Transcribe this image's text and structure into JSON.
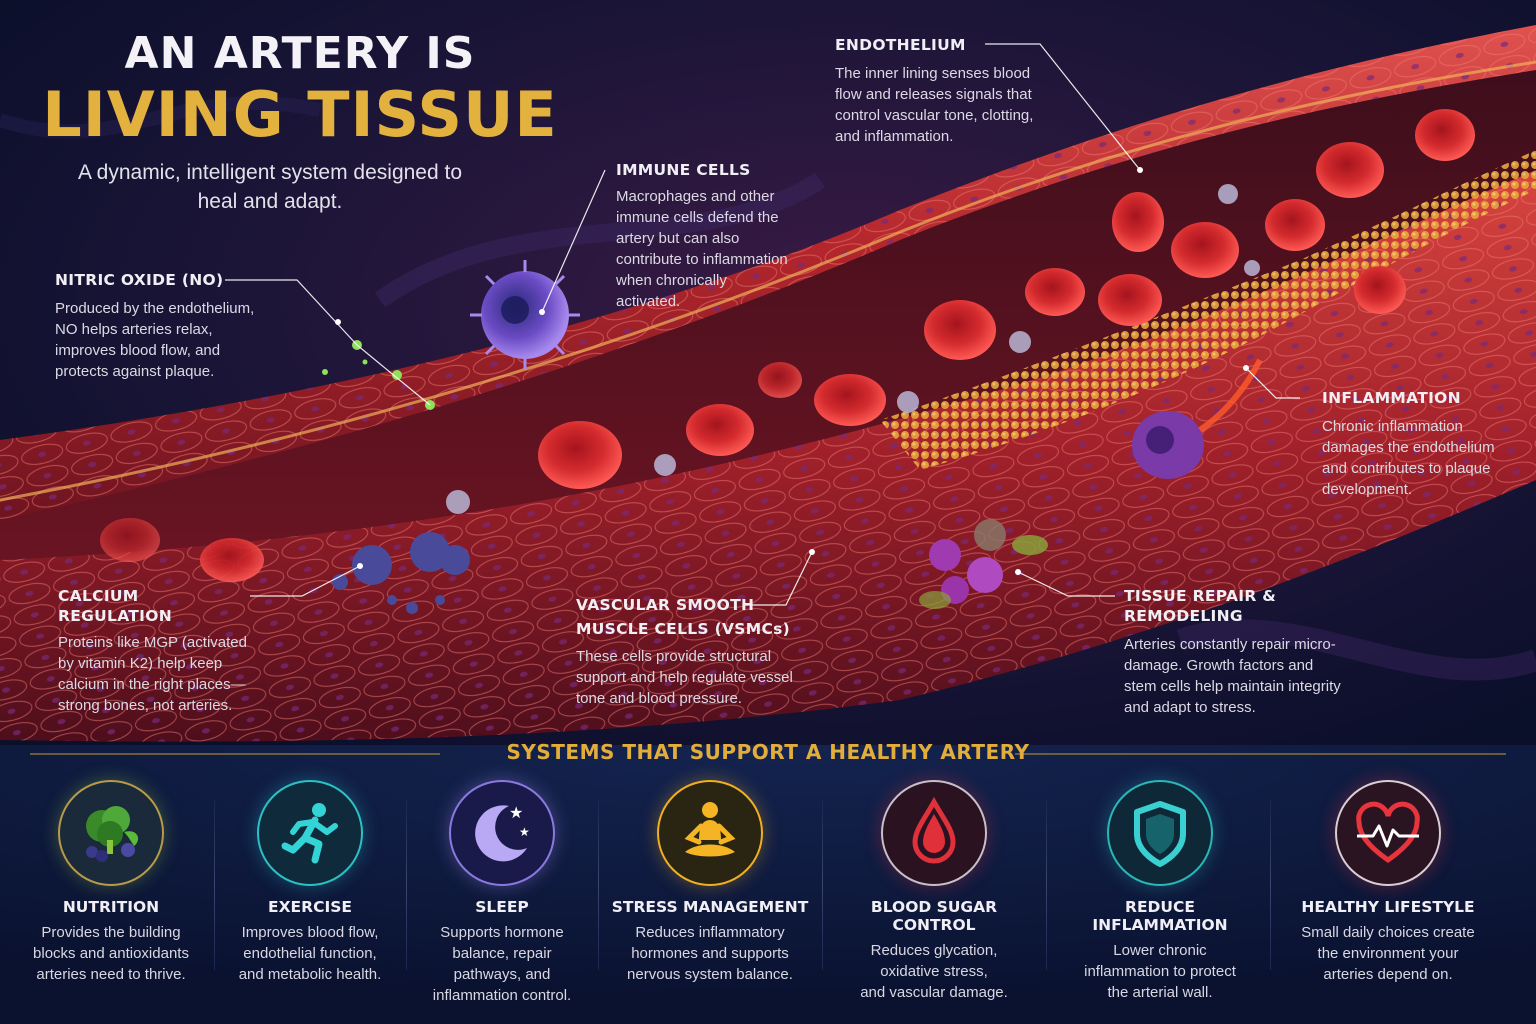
{
  "title": {
    "line1": "AN ARTERY IS",
    "line2": "LIVING TISSUE"
  },
  "subtitle": "A dynamic, intelligent system designed to heal and adapt.",
  "annotations": {
    "endothelium": {
      "heading": "ENDOTHELIUM",
      "body": "The inner lining senses blood flow and releases signals that control vascular tone, clotting, and inflammation."
    },
    "immune_cells": {
      "heading": "IMMUNE CELLS",
      "body": "Macrophages and other immune cells defend the artery but can also contribute to inflammation when chronically activated."
    },
    "nitric_oxide": {
      "heading": "NITRIC OXIDE (NO)",
      "body": "Produced by the endothelium, NO helps arteries relax, improves blood flow, and protects against plaque."
    },
    "inflammation": {
      "heading": "INFLAMMATION",
      "body": "Chronic inflammation damages the endothelium and contributes to plaque development."
    },
    "calcium": {
      "heading": "CALCIUM REGULATION",
      "body": "Proteins like MGP (activated by vitamin K2) help keep calcium in the right places—strong bones, not arteries."
    },
    "vsmc": {
      "heading_line1": "VASCULAR SMOOTH",
      "heading_line2": "MUSCLE CELLS (VSMCs)",
      "body": "These cells provide structural support and help regulate vessel tone and blood pressure."
    },
    "repair": {
      "heading": "TISSUE REPAIR & REMODELING",
      "body": "Arteries constantly repair micro-damage. Growth factors and stem cells help maintain integrity and adapt to stress."
    }
  },
  "systems": {
    "heading": "SYSTEMS THAT SUPPORT A HEALTHY ARTERY",
    "items": [
      {
        "name": "NUTRITION",
        "icon": "vegetables-icon",
        "color": "#8cc63f",
        "desc": "Provides the building\nblocks and antioxidants\narteries need to thrive."
      },
      {
        "name": "EXERCISE",
        "icon": "running-person-icon",
        "color": "#2bc1c6",
        "desc": "Improves blood flow,\nendothelial function,\nand metabolic health."
      },
      {
        "name": "SLEEP",
        "icon": "moon-stars-icon",
        "color": "#9b86e8",
        "desc": "Supports hormone\nbalance, repair\npathways, and\ninflammation control."
      },
      {
        "name": "STRESS MANAGEMENT",
        "icon": "meditation-icon",
        "color": "#f0b020",
        "desc": "Reduces inflammatory\nhormones and supports\nnervous system balance."
      },
      {
        "name": "BLOOD SUGAR CONTROL",
        "icon": "blood-drop-icon",
        "color": "#e0303a",
        "desc": "Reduces glycation,\noxidative stress,\nand vascular damage."
      },
      {
        "name": "REDUCE INFLAMMATION",
        "icon": "shield-icon",
        "color": "#2bb6b8",
        "desc": "Lower chronic\ninflammation to protect\nthe arterial wall."
      },
      {
        "name": "HEALTHY LIFESTYLE",
        "icon": "heart-pulse-icon",
        "color": "#e8343c",
        "desc": "Small daily choices create\nthe environment your\narteries depend on."
      }
    ]
  }
}
